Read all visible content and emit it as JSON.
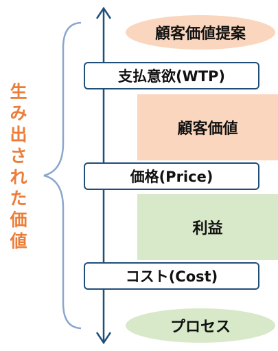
{
  "vertical_label": "生み出された価値",
  "ellipses": {
    "top": "顧客価値提案",
    "bottom": "プロセス"
  },
  "boxes": {
    "wtp": "支払意欲(WTP)",
    "price": "価格(Price)",
    "cost": "コスト(Cost)"
  },
  "bands": {
    "customer_value": "顧客価値",
    "profit": "利益"
  },
  "colors": {
    "orange_band": "#fad6be",
    "green_band": "#d8e9c9",
    "axis": "#1f4e79",
    "label": "#ec7d39"
  }
}
